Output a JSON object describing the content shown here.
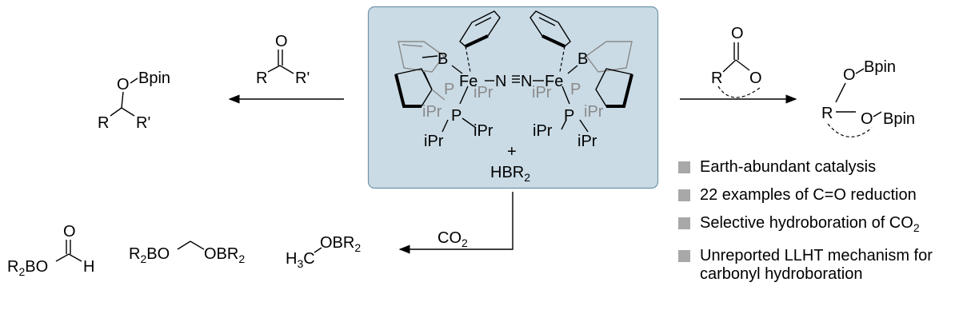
{
  "colors": {
    "box_fill": "#cadbe5",
    "box_border": "#6f94ab",
    "bullet": "#a8a8a8"
  },
  "catalyst": {
    "left": {
      "B": "B",
      "Fe": "Fe",
      "P_back": "P",
      "P_front": "P",
      "iPr_back1": "iPr",
      "iPr_back2": "iPr",
      "iPr1": "iPr",
      "iPr2": "iPr"
    },
    "bridge": {
      "N1": "N",
      "N2": "N"
    },
    "right": {
      "B": "B",
      "Fe": "Fe",
      "P_back": "P",
      "P_front": "P",
      "iPr_back1": "iPr",
      "iPr_back2": "iPr",
      "iPr1": "iPr",
      "iPr2": "iPr"
    },
    "plus": "+",
    "reagent": {
      "main": "HBR",
      "sub": "2"
    }
  },
  "ketone": {
    "O": "O",
    "R": "R",
    "R2": "R'"
  },
  "alkoxy_product": {
    "O": "O",
    "Bpin": "Bpin",
    "R": "R",
    "R2": "R'"
  },
  "lactone": {
    "O1": "O",
    "R": "R",
    "O2": "O"
  },
  "diol_product": {
    "O1": "O",
    "Bpin1": "Bpin",
    "R": "R",
    "O2": "O",
    "Bpin2": "Bpin"
  },
  "co2_label": {
    "main": "CO",
    "sub": "2"
  },
  "co2_products": {
    "methoxy": {
      "H3C_main": "H",
      "H3C_sub": "3",
      "C": "C",
      "OBR": "OBR",
      "OBR_sub": "2"
    },
    "acetal": {
      "R2BO_main": "R",
      "R2BO_sub": "2",
      "R2BO_rest": "BO",
      "OBR": "OBR",
      "OBR_sub": "2"
    },
    "formate": {
      "O": "O",
      "R2BO_main": "R",
      "R2BO_sub": "2",
      "R2BO_rest": "BO",
      "H": "H"
    }
  },
  "bullets": [
    {
      "text": "Earth-abundant catalysis"
    },
    {
      "text": "22 examples of C=O reduction"
    },
    {
      "text": "Selective hydroboration of CO",
      "sub": "2"
    },
    {
      "text": "Unreported LLHT mechanism for carbonyl hydroboration"
    }
  ]
}
